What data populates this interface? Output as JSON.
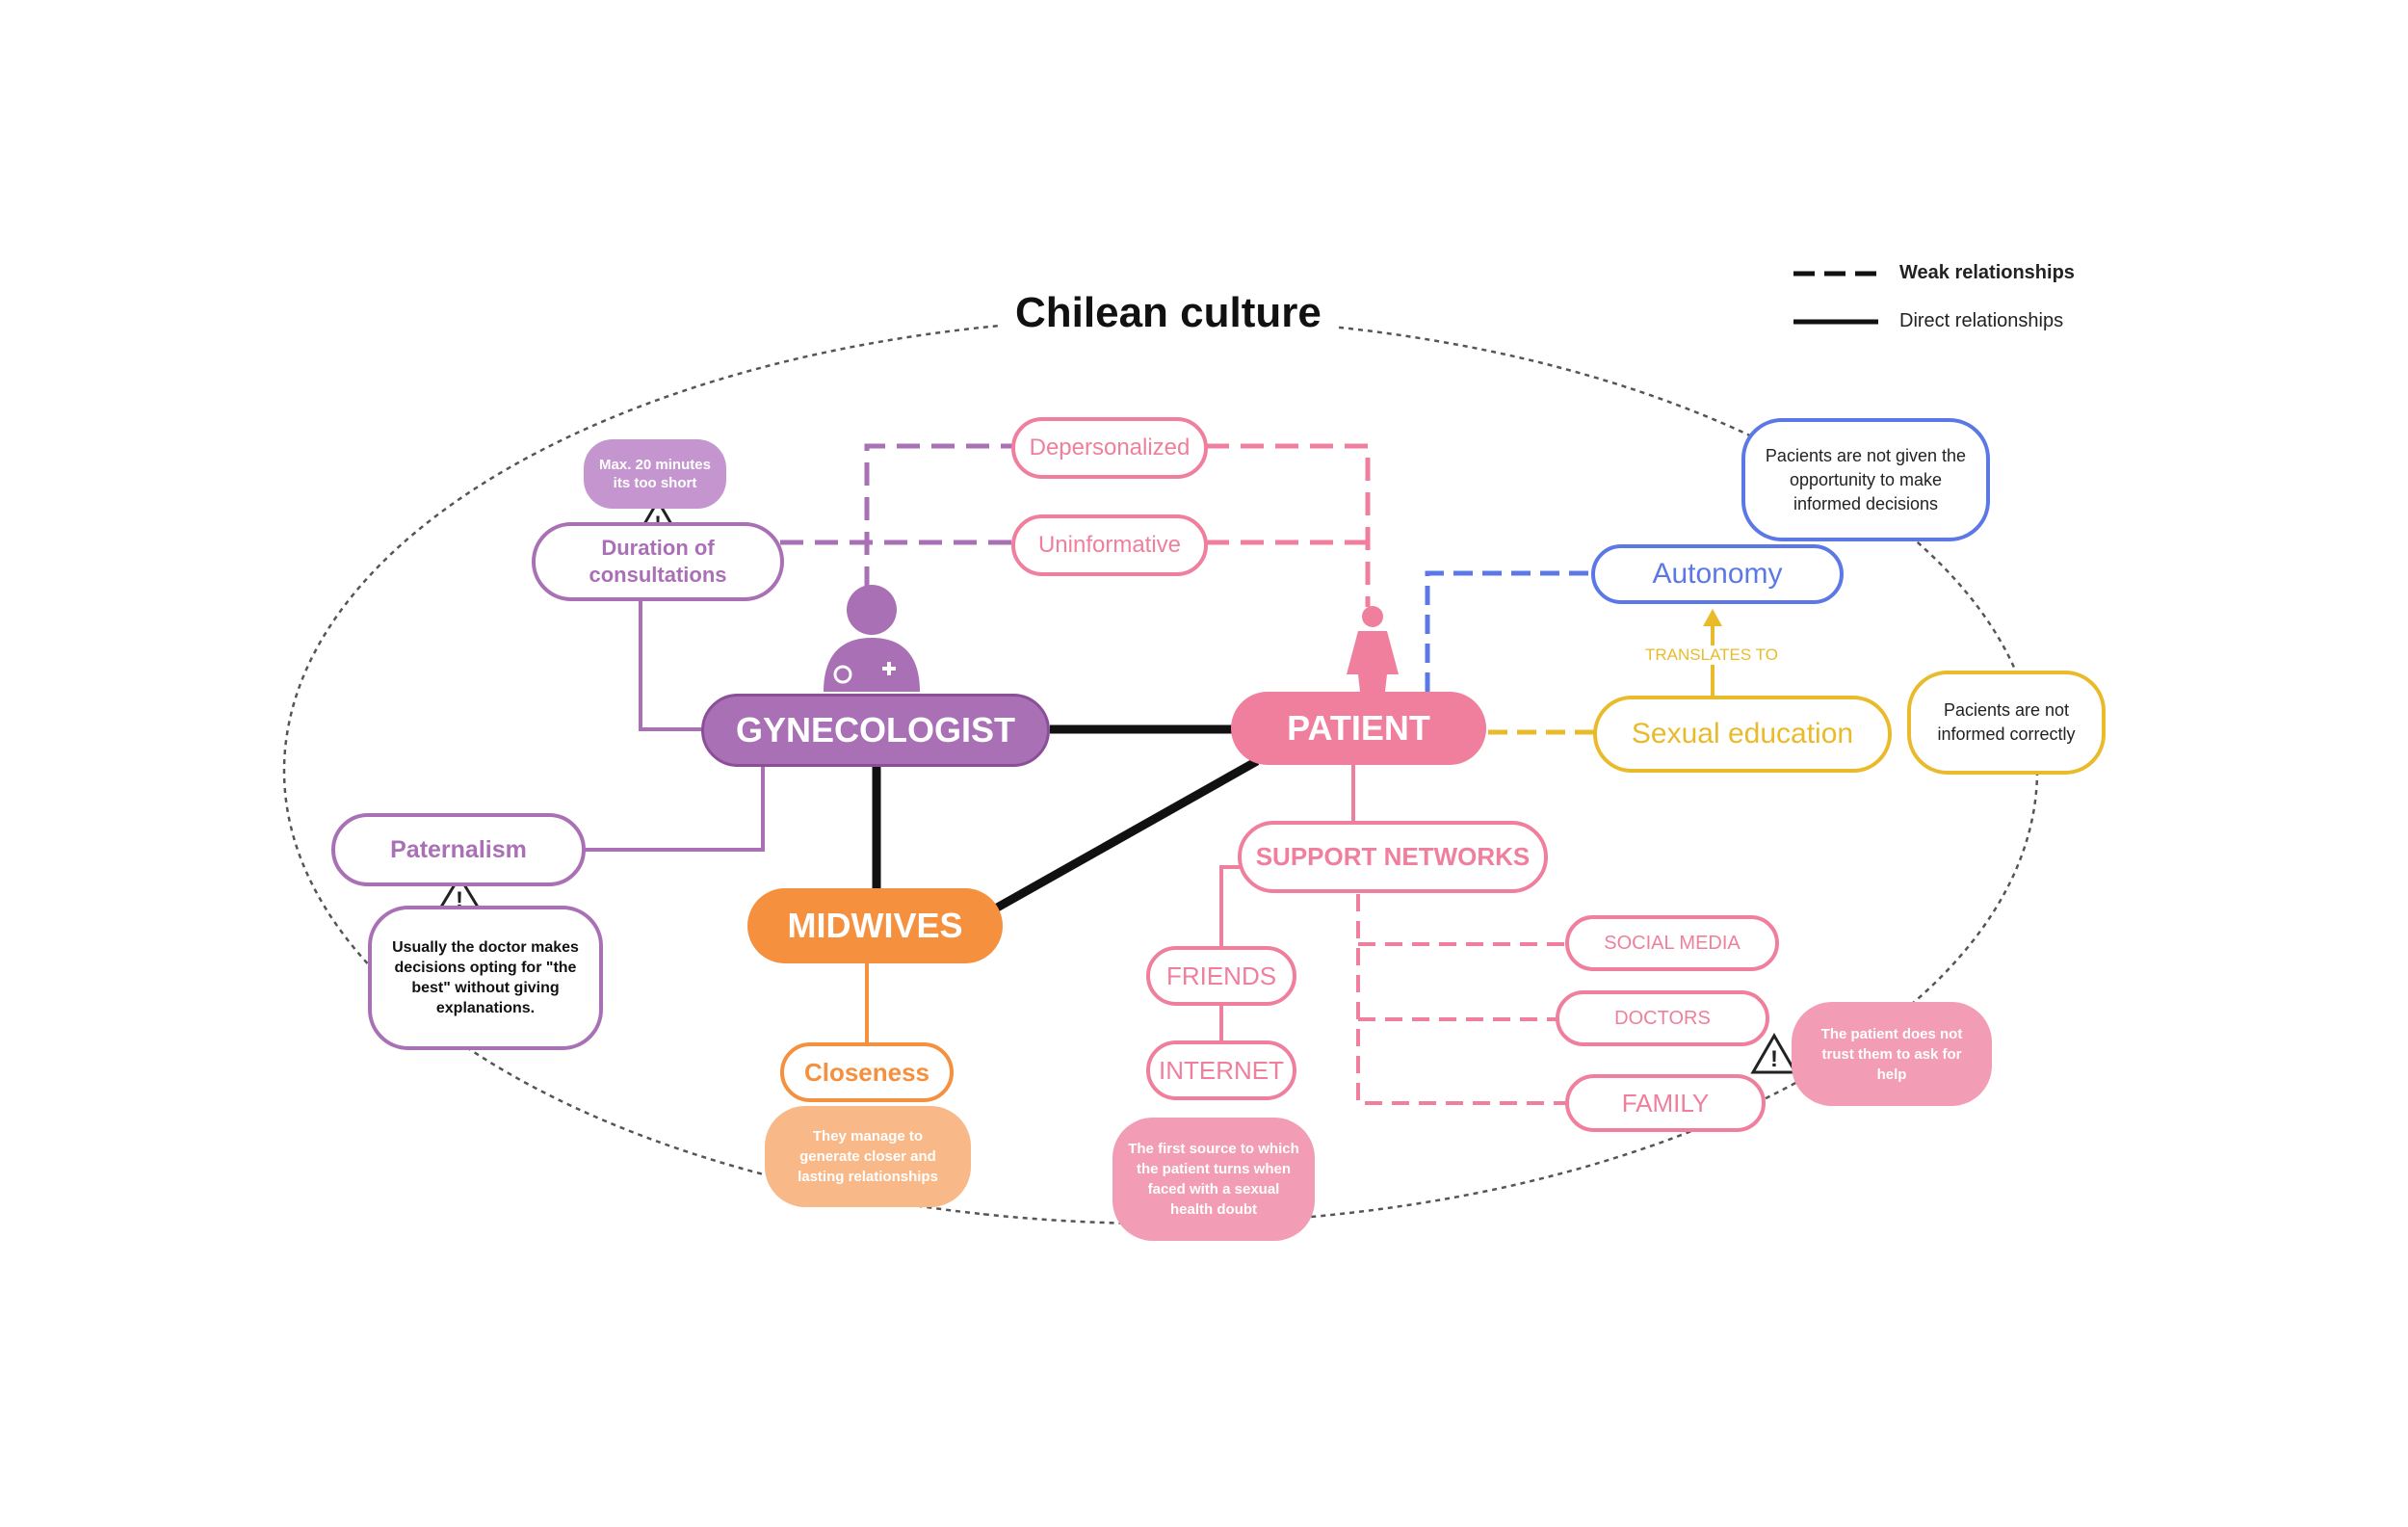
{
  "title": "Chilean culture",
  "legend": {
    "weak": "Weak relationships",
    "direct": "Direct relationships"
  },
  "colors": {
    "gynecologist": "#a970b5",
    "patient": "#ef7f9d",
    "midwives": "#f5903f",
    "autonomy": "#5b78e6",
    "sexual_education": "#e9bb2b",
    "weak_line": "#111111"
  },
  "icons": [
    "doctor-icon",
    "woman-icon",
    "warning-icon"
  ],
  "nodes": {
    "gynecologist": "GYNECOLOGIST",
    "patient": "PATIENT",
    "midwives": "MIDWIVES",
    "depersonalized": "Depersonalized",
    "uninformative": "Uninformative",
    "duration": "Duration of consultations",
    "duration_note": "Max. 20 minutes its too short",
    "paternalism": "Paternalism",
    "paternalism_note": "Usually the doctor makes decisions opting for \"the best\" without giving explanations.",
    "closeness": "Closeness",
    "closeness_note": "They manage to generate closer and lasting relationships",
    "support_networks": "SUPPORT NETWORKS",
    "friends": "FRIENDS",
    "internet": "INTERNET",
    "internet_note": "The first source to which the patient turns when faced with a sexual health doubt",
    "social_media": "SOCIAL MEDIA",
    "doctors": "DOCTORS",
    "family": "FAMILY",
    "family_note": "The patient does not trust them to ask for help",
    "autonomy": "Autonomy",
    "autonomy_note": "Pacients are not given the opportunity to make informed decisions",
    "translates_to": "TRANSLATES TO",
    "sexual_education": "Sexual education",
    "sexual_education_note": "Pacients are not informed correctly"
  }
}
